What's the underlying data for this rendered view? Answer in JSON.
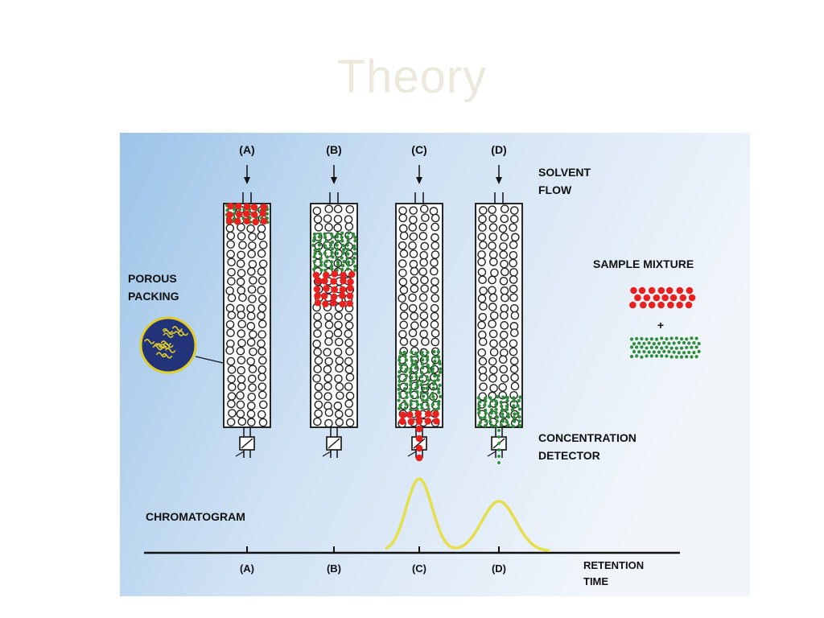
{
  "slide": {
    "title": "Theory"
  },
  "diagram": {
    "column_labels": [
      "(A)",
      "(B)",
      "(C)",
      "(D)"
    ],
    "solvent_flow": [
      "SOLVENT",
      "FLOW"
    ],
    "porous_packing": [
      "POROUS",
      "PACKING"
    ],
    "sample_mixture": "SAMPLE  MIXTURE",
    "plus": "+",
    "concentration_detector": [
      "CONCENTRATION",
      "DETECTOR"
    ],
    "chromatogram": "CHROMATOGRAM",
    "axis_ticks": [
      "(A)",
      "(B)",
      "(C)",
      "(D)"
    ],
    "retention_time": [
      "RETENTION",
      "TIME"
    ]
  },
  "colors": {
    "background_left": "#9cc4e8",
    "background_right": "#f2f6fb",
    "red_component": "#e8201e",
    "green_component": "#2e8b3a",
    "peak": "#e6df4a",
    "packing_blue": "#22337a",
    "packing_yellow": "#e0cd2a"
  }
}
